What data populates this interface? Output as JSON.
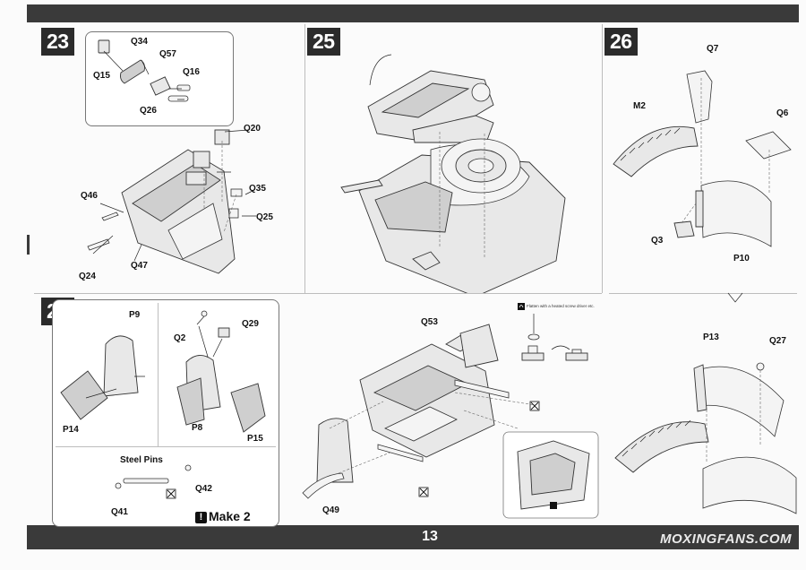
{
  "page": {
    "number": "13",
    "watermark": "MOXINGFANS.COM"
  },
  "steps": [
    {
      "id": "step-23",
      "number": "23",
      "parts": [
        "Q34",
        "Q57",
        "Q15",
        "Q16",
        "Q26",
        "Q20",
        "Q46",
        "Q35",
        "Q25",
        "Q24",
        "Q47"
      ]
    },
    {
      "id": "step-25",
      "number": "25",
      "parts": []
    },
    {
      "id": "step-26",
      "number": "26",
      "parts": [
        "Q7",
        "M2",
        "Q6",
        "Q3",
        "P10",
        "P13",
        "Q27"
      ]
    },
    {
      "id": "step-24",
      "number": "24",
      "parts": [
        "P9",
        "Q2",
        "Q29",
        "P14",
        "P8",
        "P15",
        "Q53",
        "Q49"
      ],
      "steel_pins": {
        "label": "Steel Pins",
        "parts": [
          "Q41",
          "Q42"
        ]
      },
      "make": {
        "label": "Make 2"
      },
      "tip": "Flatten with a heated screw driver etc."
    }
  ],
  "icons": [
    "do-not-glue-icon",
    "heat-flame-icon",
    "make-multiple-icon"
  ]
}
